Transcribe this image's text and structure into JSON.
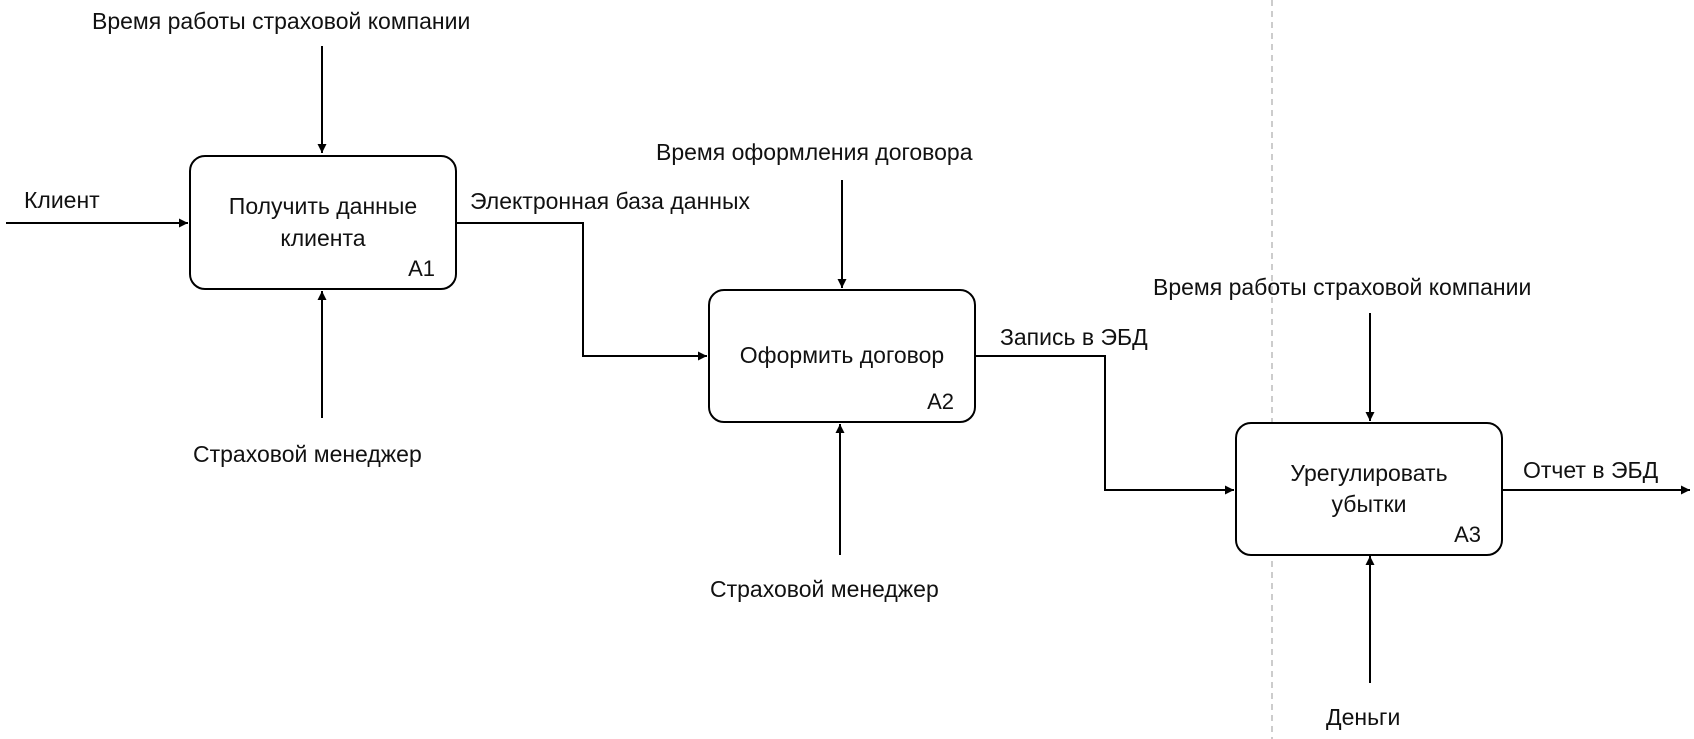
{
  "diagram": {
    "colors": {
      "line": "#000000",
      "separator": "#bbbbbb",
      "text": "#111111"
    },
    "activities": [
      {
        "id": "A1",
        "title": "Получить данные\nклиента"
      },
      {
        "id": "A2",
        "title": "Оформить договор"
      },
      {
        "id": "A3",
        "title": "Урегулировать\nубытки"
      }
    ],
    "labels": {
      "control_a1": "Время работы страховой компании",
      "input_a1": "Клиент",
      "mechanism_a1": "Страховой менеджер",
      "output_a1": "Электронная база данных",
      "control_a2": "Время оформления договора",
      "mechanism_a2": "Страховой менеджер",
      "output_a2": "Запись в ЭБД",
      "control_a3": "Время работы страховой компании",
      "mechanism_a3": "Деньги",
      "output_a3": "Отчет в ЭБД"
    }
  }
}
